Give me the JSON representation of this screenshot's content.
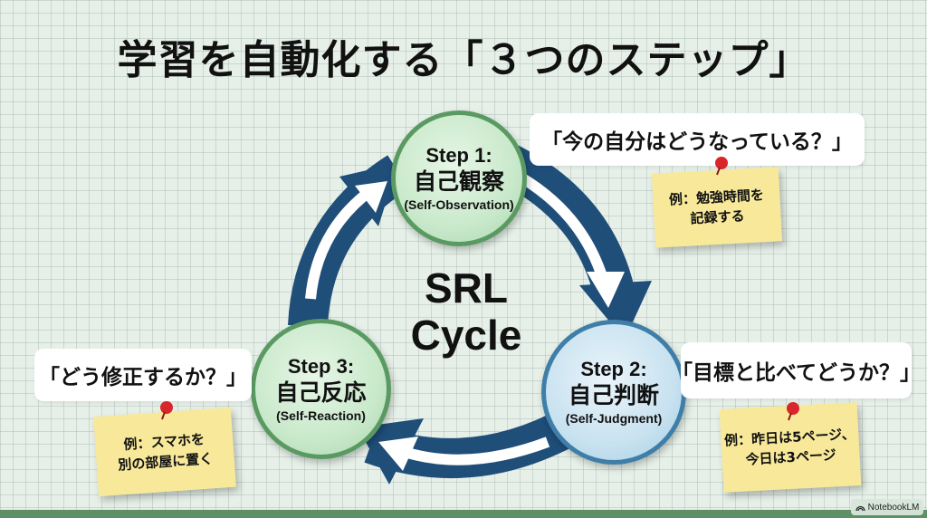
{
  "title": "学習を自動化する「３つのステップ」",
  "center": {
    "line1": "SRL",
    "line2": "Cycle"
  },
  "steps": [
    {
      "num": "Step 1:",
      "jp": "自己観察",
      "en": "(Self-Observation)",
      "question": "「今の自分はどうなっている？」",
      "example_line1": "例：勉強時間を",
      "example_line2": "記録する",
      "color": "green"
    },
    {
      "num": "Step 2:",
      "jp": "自己判断",
      "en": "(Self-Judgment)",
      "question": "「目標と比べてどうか？」",
      "example_line1": "例：昨日は5ページ、",
      "example_line2": "今日は3ページ",
      "color": "blue"
    },
    {
      "num": "Step 3:",
      "jp": "自己反応",
      "en": "(Self-Reaction)",
      "question": "「どう修正するか？」",
      "example_line1": "例：スマホを",
      "example_line2": "別の部屋に置く",
      "color": "green"
    }
  ],
  "colors": {
    "arrow": "#1f4e79",
    "arrow_inner": "#ffffff",
    "green_border": "#5a9a62",
    "blue_border": "#3f7ea8",
    "note": "#f8e99a",
    "pin": "#d9262b",
    "footer": "#5e8f66"
  },
  "watermark": {
    "icon": "notebooklm-icon",
    "label": "NotebookLM"
  }
}
